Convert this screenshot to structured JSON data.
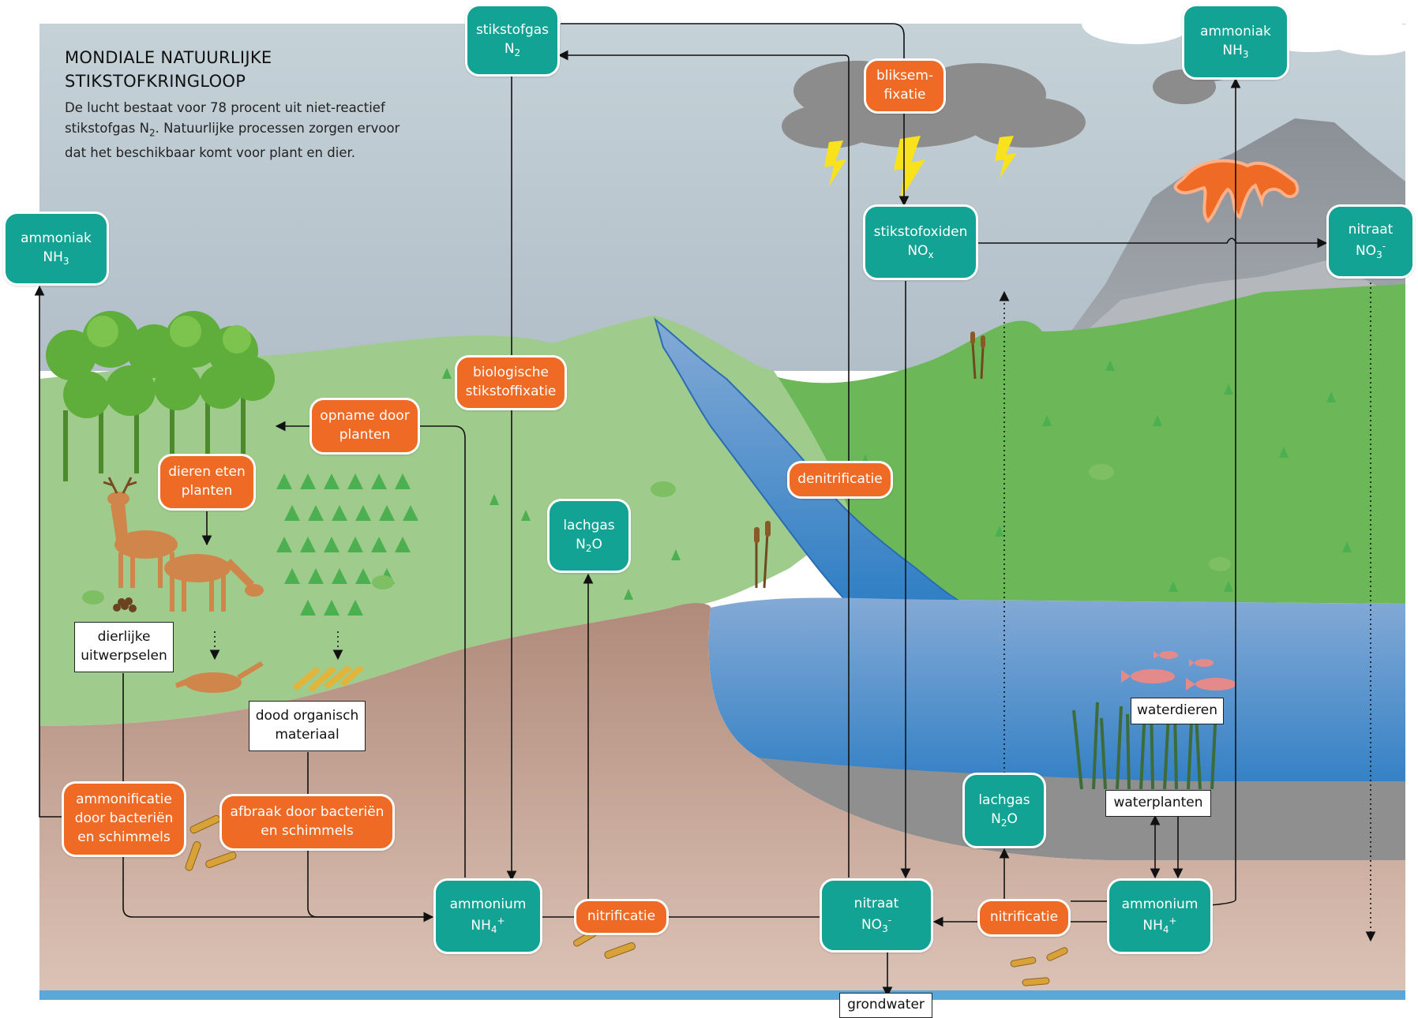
{
  "title": {
    "line1": "MONDIALE NATUURLIJKE",
    "line2": "STIKSTOFKRINGLOOP"
  },
  "intro": {
    "line1": "De lucht bestaat voor 78 procent uit niet-reactief",
    "line2_prefix": "stikstofgas N",
    "line2_sub": "2",
    "line2_suffix": ". Natuurlijke processen zorgen ervoor",
    "line3": "dat het beschikbaar komt voor plant en dier."
  },
  "colors": {
    "compound": "#13a394",
    "process": "#ef6a24",
    "label_box": "#ffffff",
    "sky": "#c2cfd5",
    "grass": "#8fc97a",
    "water": "#4f8fc8",
    "soil": "#b89482"
  },
  "compounds": {
    "stikstofgas": {
      "name": "stikstofgas",
      "formula": "N",
      "sub": "2",
      "sup": ""
    },
    "ammoniak_left": {
      "name": "ammoniak",
      "formula": "NH",
      "sub": "3",
      "sup": ""
    },
    "ammoniak_right": {
      "name": "ammoniak",
      "formula": "NH",
      "sub": "3",
      "sup": ""
    },
    "stikstofoxiden": {
      "name": "stikstofoxiden",
      "formula": "NO",
      "sub": "x",
      "sup": ""
    },
    "nitraat_top": {
      "name": "nitraat",
      "formula": "NO",
      "sub": "3",
      "sup": "-"
    },
    "lachgas_mid": {
      "name": "lachgas",
      "formula": "N",
      "sub": "2",
      "sup": "",
      "formula_tail": "O"
    },
    "lachgas_right": {
      "name": "lachgas",
      "formula": "N",
      "sub": "2",
      "sup": "",
      "formula_tail": "O"
    },
    "ammonium_left": {
      "name": "ammonium",
      "formula": "NH",
      "sub": "4",
      "sup": "+"
    },
    "nitraat_bottom": {
      "name": "nitraat",
      "formula": "NO",
      "sub": "3",
      "sup": "-"
    },
    "ammonium_right": {
      "name": "ammonium",
      "formula": "NH",
      "sub": "4",
      "sup": "+"
    }
  },
  "processes": {
    "bliksemfixatie": {
      "line1": "bliksem-",
      "line2": "fixatie"
    },
    "biologische": {
      "line1": "biologische",
      "line2": "stikstoffixatie"
    },
    "opname": {
      "line1": "opname door",
      "line2": "planten"
    },
    "dieren": {
      "line1": "dieren eten",
      "line2": "planten"
    },
    "denitrificatie": {
      "line1": "denitrificatie"
    },
    "ammonificatie": {
      "line1": "ammonificatie",
      "line2": "door bacteriën",
      "line3": "en schimmels"
    },
    "afbraak": {
      "line1": "afbraak door bacteriën",
      "line2": "en schimmels"
    },
    "nitrificatie_left": {
      "line1": "nitrificatie"
    },
    "nitrificatie_right": {
      "line1": "nitrificatie"
    }
  },
  "labels": {
    "uitwerpselen": {
      "line1": "dierlijke",
      "line2": "uitwerpselen"
    },
    "dood": {
      "line1": "dood organisch",
      "line2": "materiaal"
    },
    "waterdieren": {
      "line1": "waterdieren"
    },
    "waterplanten": {
      "line1": "waterplanten"
    },
    "grondwater": {
      "line1": "grondwater"
    }
  }
}
